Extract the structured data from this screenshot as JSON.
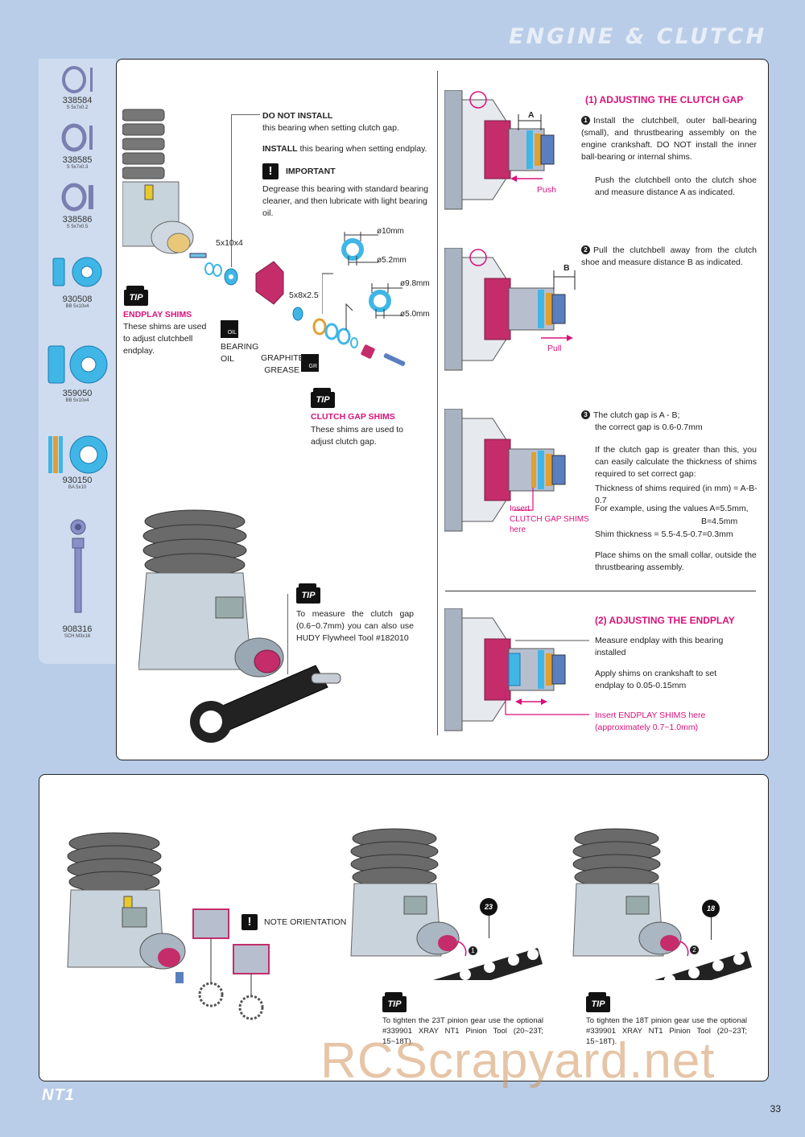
{
  "header": {
    "title": "ENGINE & CLUTCH"
  },
  "sidebar": {
    "parts": [
      {
        "number": "338584",
        "spec": "S 5x7x0.2"
      },
      {
        "number": "338585",
        "spec": "S 5x7x0.3"
      },
      {
        "number": "338586",
        "spec": "S 5x7x0.5"
      },
      {
        "number": "930508",
        "spec": "BB 5x10x4"
      },
      {
        "number": "359050",
        "spec": "BB 5x10x4"
      },
      {
        "number": "930150",
        "spec": "BA 5x10"
      },
      {
        "number": "908316",
        "spec": "SCH M3x16"
      }
    ]
  },
  "left": {
    "do_not_install": "DO NOT INSTALL",
    "do_not_install_text": "this bearing when setting clutch gap.",
    "install": "INSTALL",
    "install_text": " this bearing when setting endplay.",
    "important": "IMPORTANT",
    "important_text": "Degrease this bearing with standard bearing cleaner, and then lubricate with light bearing oil.",
    "label_5x10x4": "5x10x4",
    "label_5x8x25": "5x8x2.5",
    "dim_10": "ø10mm",
    "dim_52": "ø5.2mm",
    "dim_98": "ø9.8mm",
    "dim_50": "ø5.0mm",
    "bearing_oil": "BEARING OIL",
    "oil_badge": "OIL",
    "graphite_grease": "GRAPHITE GREASE",
    "gr_badge": "GR",
    "tip": "TIP",
    "endplay_head": "ENDPLAY SHIMS",
    "endplay_text": "These shims are used to adjust clutchbell endplay.",
    "clutchgap_head": "CLUTCH GAP SHIMS",
    "clutchgap_text": "These shims are used to adjust clutch gap.",
    "measure_text": "To measure the clutch gap (0.6~0.7mm) you can also use HUDY Flywheel Tool #182010"
  },
  "right": {
    "s1_head": "(1) ADJUSTING THE CLUTCH GAP",
    "step1_text": "Install the clutchbell, outer ball-bearing (small), and thrustbearing assembly on the engine crankshaft. DO NOT install the inner ball-bearing or internal shims.",
    "step1_text2": "Push the clutchbell onto the clutch shoe and measure distance A as indicated.",
    "step2_text": "Pull the clutchbell away from the clutch shoe and measure distance B as indicated.",
    "step3_a": "The clutch gap is A - B;",
    "step3_b": "the correct gap is 0.6-0.7mm",
    "step3_c": "If the clutch gap is greater than this, you can easily calculate the thickness of shims required to set correct gap:",
    "step3_d": "Thickness of shims required (in mm) = A-B-0.7",
    "step3_e": "For example, using the values A=5.5mm,",
    "step3_f": "B=4.5mm",
    "step3_g": "Shim thickness = 5.5-4.5-0.7=0.3mm",
    "step3_h": "Place shims on the small collar, outside the thrustbearing assembly.",
    "label_a": "A",
    "label_b": "B",
    "push": "Push",
    "pull": "Pull",
    "insert_cg_1": "Insert",
    "insert_cg_2": "CLUTCH GAP SHIMS",
    "insert_cg_3": "here",
    "s2_head": "(2) ADJUSTING THE ENDPLAY",
    "endplay_1": "Measure endplay with this bearing installed",
    "endplay_2": "Apply shims on crankshaft to set endplay to 0.05-0.15mm",
    "insert_ep_1": "Insert ENDPLAY SHIMS here",
    "insert_ep_2": "(approximately 0.7~1.0mm)"
  },
  "bottom": {
    "note_orientation": "NOTE ORIENTATION",
    "badge_23": "23",
    "badge_18": "18",
    "tip_23": "To tighten the 23T pinion gear use the optional #339901 XRAY NT1 Pinion Tool (20~23T; 15~18T).",
    "tip_18": "To tighten the 18T pinion gear use the optional #339901 XRAY NT1 Pinion Tool (20~23T; 15~18T)."
  },
  "footer": {
    "logo": "NT1",
    "page": "33",
    "watermark": "RCScrapyard.net"
  },
  "colors": {
    "accent": "#d8127a",
    "part_blue": "#3fb6e6",
    "background": "#b9cde8"
  }
}
